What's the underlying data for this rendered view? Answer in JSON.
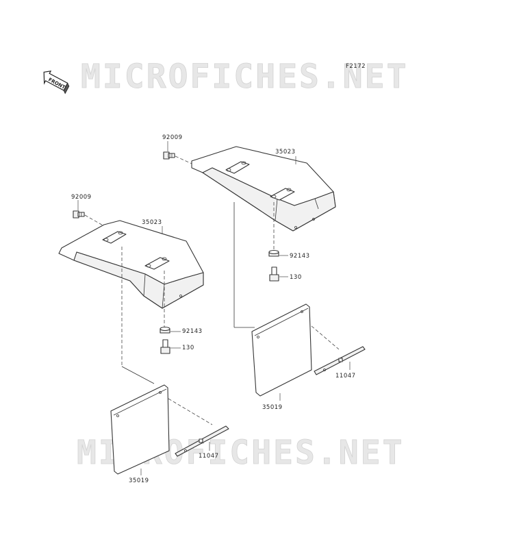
{
  "watermark": "MICROFICHES.NET",
  "figure_code": "F2172",
  "front_badge": "FRONT",
  "labels": {
    "bolt_upper": "92009",
    "cover_upper": "35023",
    "bolt_left": "92009",
    "cover_left": "35023",
    "washer_upper": "92143",
    "screw_upper": "130",
    "washer_left": "92143",
    "screw_left": "130",
    "flap_upper": "35019",
    "bracket_upper": "11047",
    "flap_left": "35019",
    "bracket_left": "11047"
  }
}
